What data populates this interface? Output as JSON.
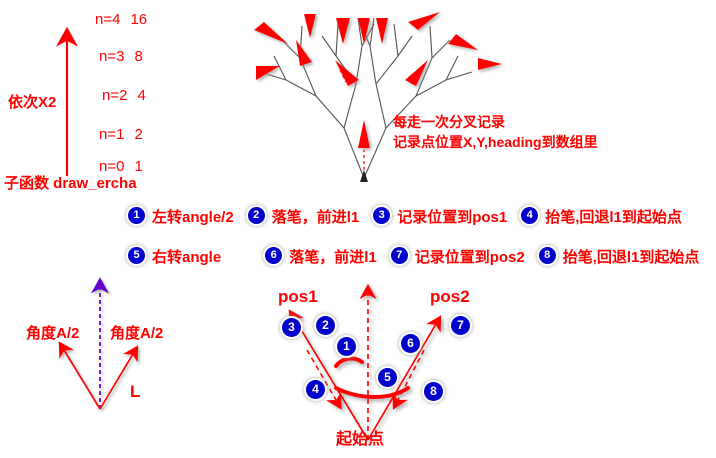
{
  "recursion_panel": {
    "axis_label": "依次X2",
    "subfunction_label": "子函数 draw_ercha",
    "rows": [
      {
        "level": "n=4",
        "count": "16"
      },
      {
        "level": "n=3",
        "count": "8"
      },
      {
        "level": "n=2",
        "count": "4"
      },
      {
        "level": "n=1",
        "count": "2"
      },
      {
        "level": "n=0",
        "count": "1"
      }
    ]
  },
  "tree_note": {
    "line1": "每走一次分叉记录",
    "line2": "记录点位置X,Y,heading到数组里"
  },
  "steps": [
    {
      "num": "1",
      "text": "左转angle/2"
    },
    {
      "num": "2",
      "text": "落笔，前进l1"
    },
    {
      "num": "3",
      "text": "记录位置到pos1"
    },
    {
      "num": "4",
      "text": "抬笔,回退l1到起始点"
    },
    {
      "num": "5",
      "text": "右转angle"
    },
    {
      "num": "6",
      "text": "落笔，前进l1"
    },
    {
      "num": "7",
      "text": "记录位置到pos2"
    },
    {
      "num": "8",
      "text": "抬笔,回退l1到起始点"
    }
  ],
  "angle_diagram": {
    "left_label": "角度A/2",
    "right_label": "角度A/2",
    "length_label": "L"
  },
  "pos_diagram": {
    "pos1_label": "pos1",
    "pos2_label": "pos2",
    "start_label": "起始点",
    "badges": [
      "1",
      "2",
      "3",
      "4",
      "5",
      "6",
      "7",
      "8"
    ]
  },
  "colors": {
    "red": "#ff0000",
    "badge_blue": "#0000cc",
    "purple": "#6600cc",
    "tree_line": "#555555",
    "background": "#ffffff"
  }
}
